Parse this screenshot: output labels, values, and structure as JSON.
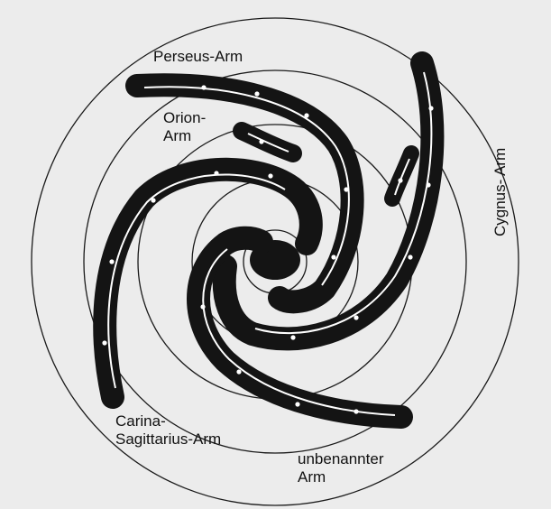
{
  "diagram": {
    "labels": {
      "perseus": "Perseus-Arm",
      "orion_line1": "Orion-",
      "orion_line2": "Arm",
      "cygnus": "Cygnus- Arm",
      "carina_line1": "Carina-",
      "carina_line2": "Sagittarius-Arm",
      "unnamed_line1": "unbenannter",
      "unnamed_line2": "Arm"
    }
  },
  "colors": {
    "background": "#ececec",
    "arm": "#141414",
    "star": "#ffffff",
    "orbit": "#1a1a1a"
  }
}
